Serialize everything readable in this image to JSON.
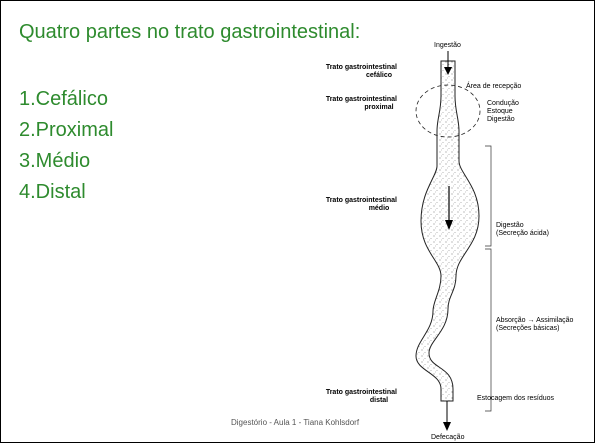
{
  "slide": {
    "title": "Quatro partes no trato gastrointestinal:",
    "items": [
      "1.Cefálico",
      "2.Proximal",
      "3.Médio",
      "4.Distal"
    ],
    "footer": "Digestório - Aula 1 - Tiana Kohlsdorf"
  },
  "figure": {
    "top_label": "Ingestão",
    "bottom_label": "Defecação",
    "left_labels": {
      "cefalico": [
        "Trato gastrointestinal",
        "cefálico"
      ],
      "proximal": [
        "Trato gastrointestinal",
        "proximal"
      ],
      "medio": [
        "Trato gastrointestinal",
        "médio"
      ],
      "distal": [
        "Trato gastrointestinal",
        "distal"
      ]
    },
    "right_labels": {
      "recepcao": "Área de recepção",
      "conducao": [
        "Condução",
        "Estoque",
        "Digestão"
      ],
      "digestao": [
        "Digestão",
        "(Secreção ácida)"
      ],
      "absorcao": [
        "Absorção → Assimilação",
        "(Secreções básicas)"
      ],
      "estocagem": "Estocagem dos resíduos"
    }
  }
}
